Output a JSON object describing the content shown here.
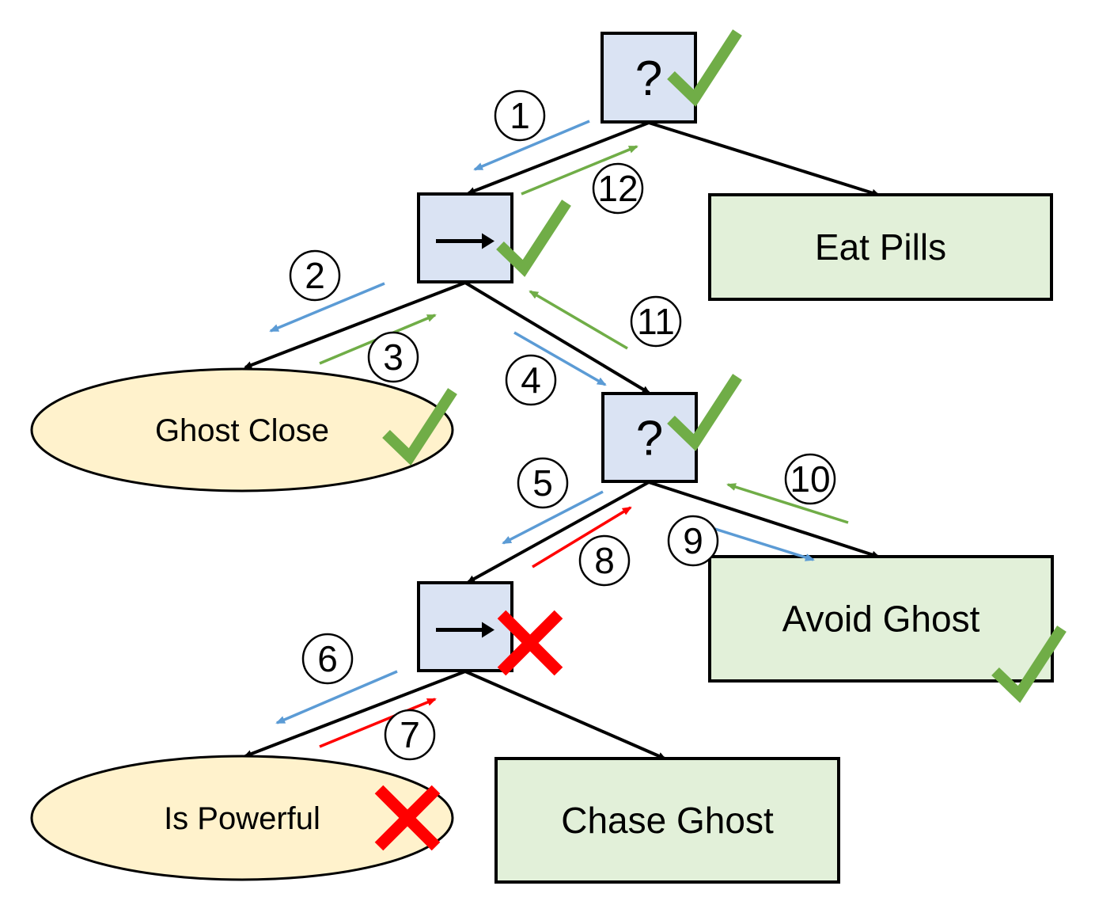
{
  "colors": {
    "control_fill": "#dae3f3",
    "action_fill": "#e2f0d9",
    "condition_fill": "#fff2cc",
    "tick": "#70ad47",
    "tick_step": "#70ad47",
    "tick_step_blue": "#5b9bd5",
    "fail": "#ff0000"
  },
  "nodes": [
    {
      "id": "root",
      "kind": "selector",
      "label": "?",
      "status": "success"
    },
    {
      "id": "seq1",
      "kind": "sequence",
      "label": "→",
      "status": "success"
    },
    {
      "id": "eat",
      "kind": "action",
      "label": "Eat Pills",
      "status": ""
    },
    {
      "id": "ghostclose",
      "kind": "condition",
      "label": "Ghost Close",
      "status": "success"
    },
    {
      "id": "sel2",
      "kind": "selector",
      "label": "?",
      "status": "success"
    },
    {
      "id": "seq2",
      "kind": "sequence",
      "label": "→",
      "status": "failure"
    },
    {
      "id": "avoid",
      "kind": "action",
      "label": "Avoid Ghost",
      "status": "success"
    },
    {
      "id": "powerful",
      "kind": "condition",
      "label": "Is Powerful",
      "status": "failure"
    },
    {
      "id": "chase",
      "kind": "action",
      "label": "Chase Ghost",
      "status": ""
    }
  ],
  "edges": [
    [
      "root",
      "seq1"
    ],
    [
      "root",
      "eat"
    ],
    [
      "seq1",
      "ghostclose"
    ],
    [
      "seq1",
      "sel2"
    ],
    [
      "sel2",
      "seq2"
    ],
    [
      "sel2",
      "avoid"
    ],
    [
      "seq2",
      "powerful"
    ],
    [
      "seq2",
      "chase"
    ]
  ],
  "steps": [
    {
      "n": "1",
      "type": "tick",
      "color": "#5b9bd5"
    },
    {
      "n": "2",
      "type": "tick",
      "color": "#5b9bd5"
    },
    {
      "n": "3",
      "type": "success",
      "color": "#70ad47"
    },
    {
      "n": "4",
      "type": "tick",
      "color": "#5b9bd5"
    },
    {
      "n": "5",
      "type": "tick",
      "color": "#5b9bd5"
    },
    {
      "n": "6",
      "type": "tick",
      "color": "#5b9bd5"
    },
    {
      "n": "7",
      "type": "failure",
      "color": "#ff0000"
    },
    {
      "n": "8",
      "type": "failure",
      "color": "#ff0000"
    },
    {
      "n": "9",
      "type": "tick",
      "color": "#5b9bd5"
    },
    {
      "n": "10",
      "type": "success",
      "color": "#70ad47"
    },
    {
      "n": "11",
      "type": "success",
      "color": "#70ad47"
    },
    {
      "n": "12",
      "type": "success",
      "color": "#70ad47"
    }
  ]
}
